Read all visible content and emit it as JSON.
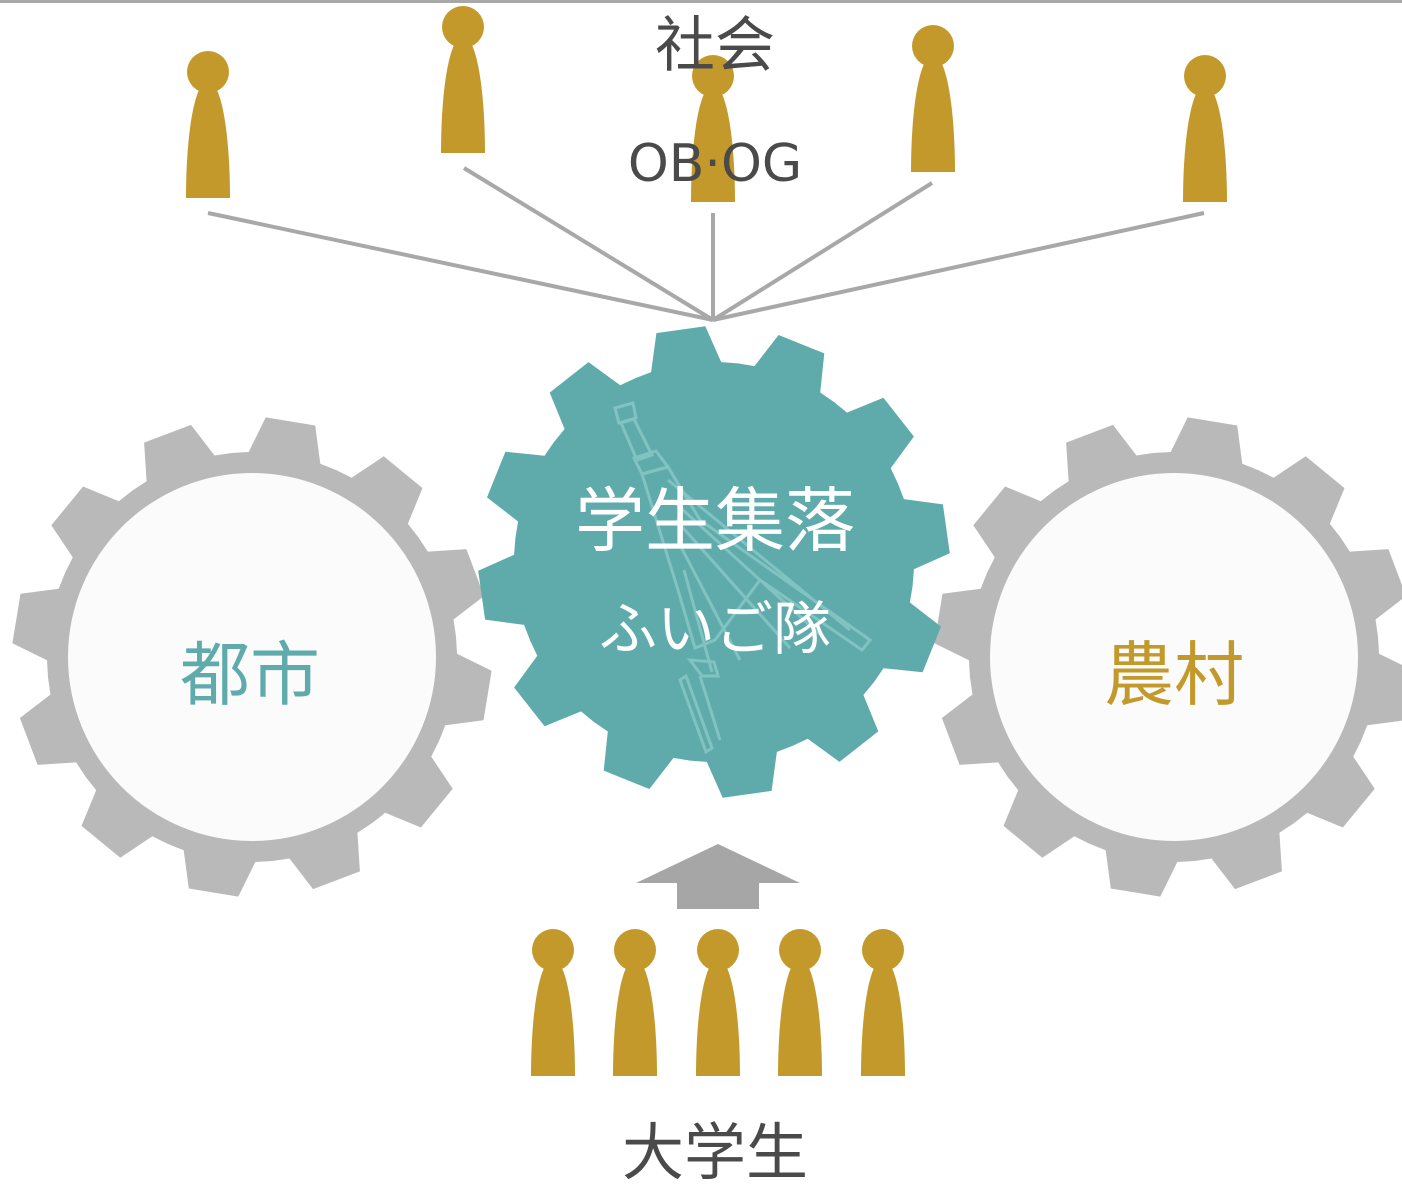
{
  "labels": {
    "society": "社会",
    "alumni": "OB·OG",
    "center_title": "学生集落",
    "center_subtitle": "ふいご隊",
    "city": "都市",
    "rural": "農村",
    "students": "大学生"
  },
  "colors": {
    "teal": "#5fabac",
    "gold": "#c4992c",
    "gear_gray": "#b9b9b9",
    "line_gray": "#a8a8a8",
    "arrow_gray": "#a6a6a6",
    "text_dark": "#4a4a4a",
    "gear_inner": "#fbfbfb"
  },
  "icons": {
    "person": "person-icon",
    "gear": "gear-icon",
    "bellows": "bellows-icon",
    "arrow": "arrow-up-icon"
  }
}
